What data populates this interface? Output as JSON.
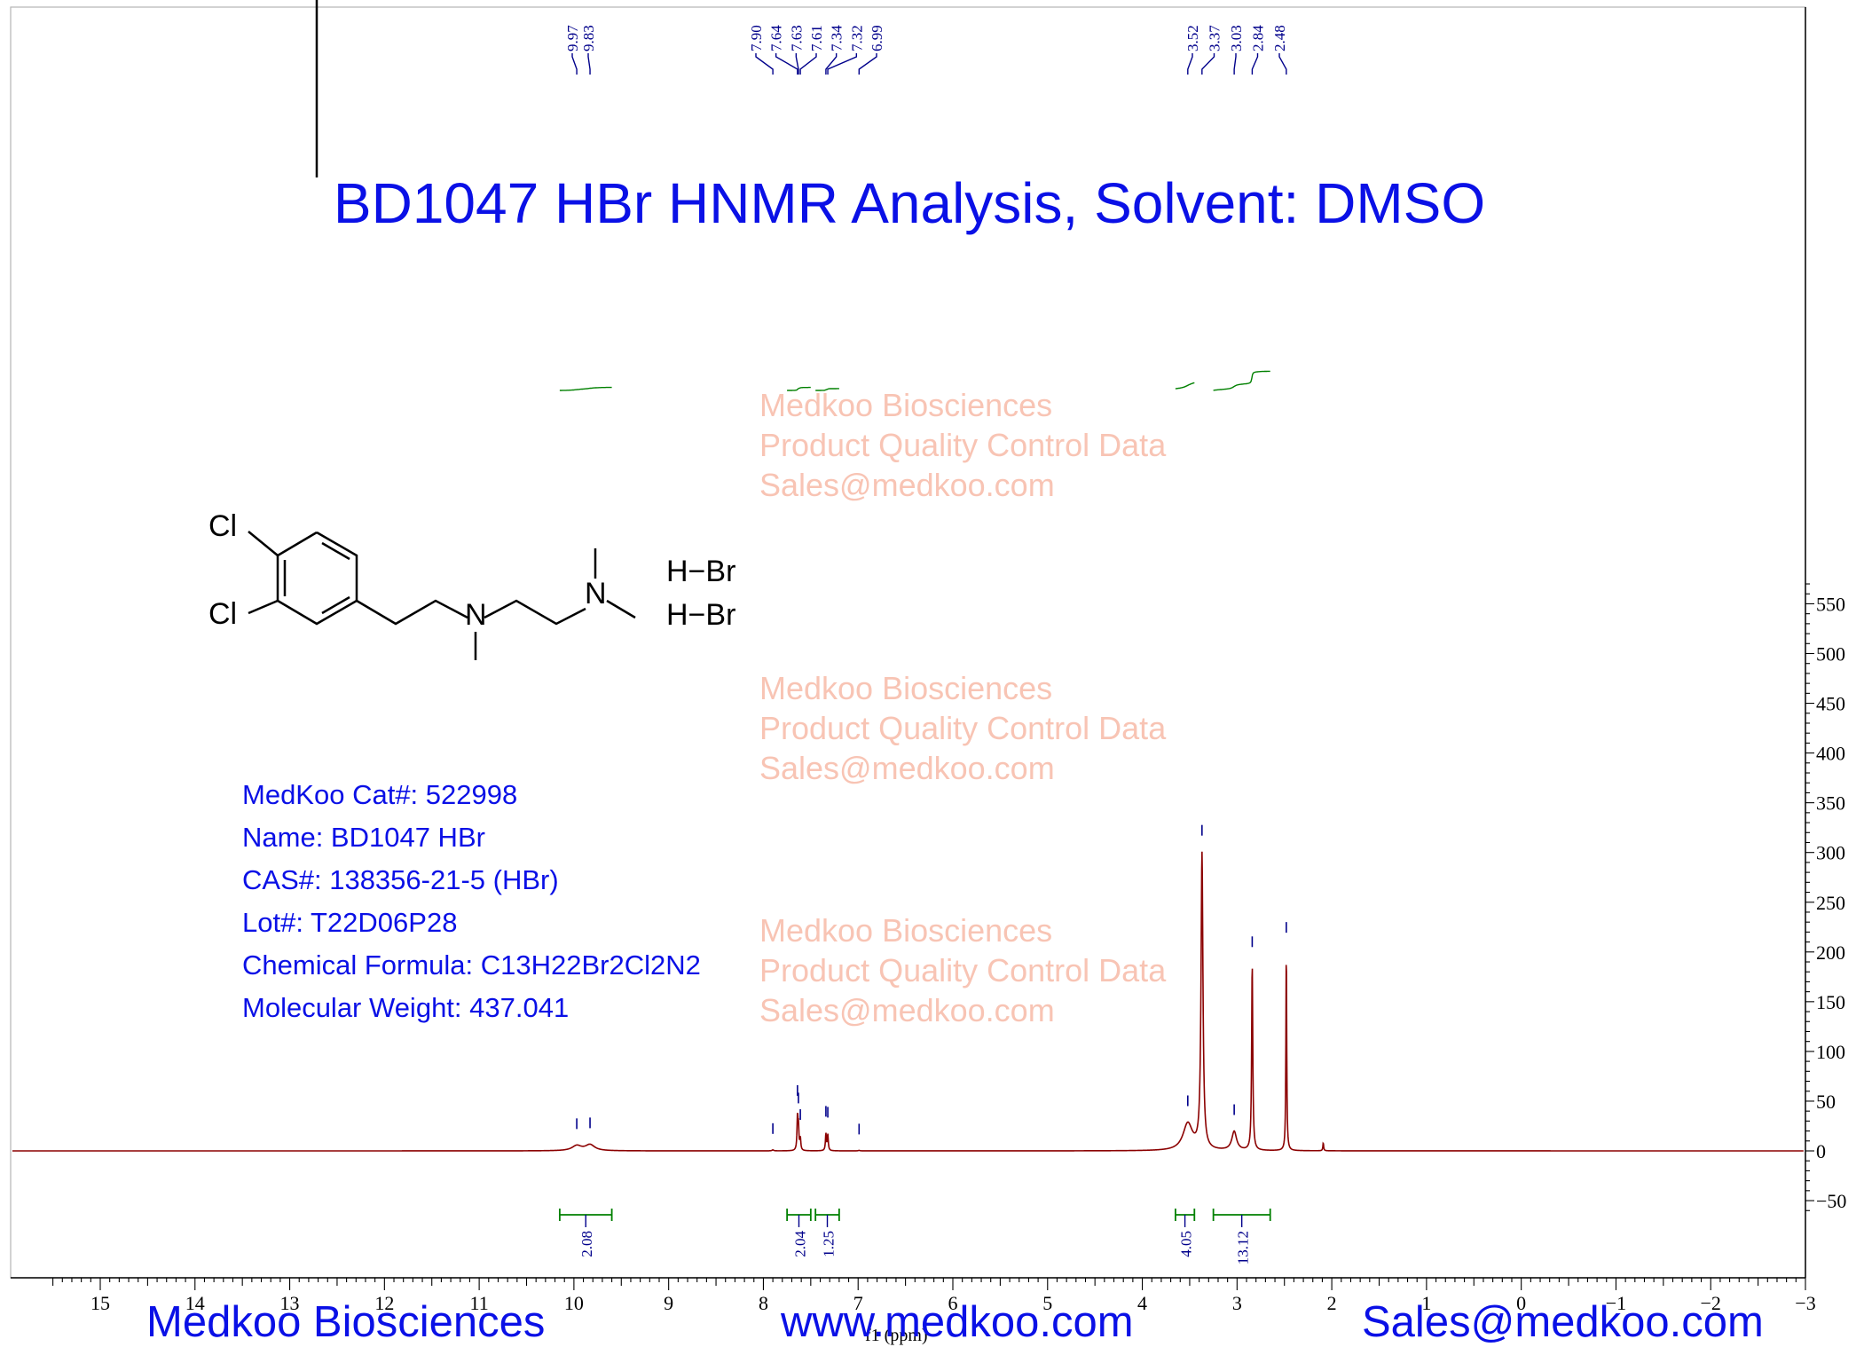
{
  "title": "BD1047 HBr HNMR Analysis, Solvent: DMSO",
  "info": {
    "cat": "MedKoo Cat#: 522998",
    "name": "Name: BD1047 HBr",
    "cas": "CAS#: 138356-21-5 (HBr)",
    "lot": "Lot#: T22D06P28",
    "formula": "Chemical Formula: C13H22Br2Cl2N2",
    "mw": "Molecular Weight: 437.041"
  },
  "watermark": {
    "line1": "Medkoo Biosciences",
    "line2": "Product Quality Control Data",
    "line3": "Sales@medkoo.com"
  },
  "footer": {
    "left": "Medkoo Biosciences",
    "center": "www.medkoo.com",
    "right": "Sales@medkoo.com"
  },
  "structure": {
    "cl1": "Cl",
    "cl2": "Cl",
    "n1": "N",
    "n2": "N",
    "hbr1": "H−Br",
    "hbr2": "H−Br"
  },
  "colors": {
    "spectrum": "#8b0000",
    "integral": "#008000",
    "peak_label": "#00008b",
    "title": "#0a10e6",
    "watermark": "#f8c4b4"
  },
  "chart_data": {
    "type": "line",
    "title": "BD1047 HBr HNMR Analysis, Solvent: DMSO",
    "xlabel": "f1 (ppm)",
    "ylabel": "",
    "xlim": [
      15.5,
      -3
    ],
    "x_reversed": true,
    "ylim": [
      -50,
      570
    ],
    "x_ticks": [
      15,
      14,
      13,
      12,
      11,
      10,
      9,
      8,
      7,
      6,
      5,
      4,
      3,
      2,
      1,
      0,
      -1,
      -2,
      -3
    ],
    "x_tick_labels": [
      "15",
      "14",
      "13",
      "12",
      "11",
      "10",
      "9",
      "8",
      "7",
      "6",
      "5",
      "4",
      "3",
      "2",
      "1",
      "0",
      "−1",
      "−2",
      "−3"
    ],
    "y_ticks": [
      -50,
      0,
      50,
      100,
      150,
      200,
      250,
      300,
      350,
      400,
      450,
      500,
      550
    ],
    "y_tick_labels": [
      "−50",
      "0",
      "50",
      "100",
      "150",
      "200",
      "250",
      "300",
      "350",
      "400",
      "450",
      "500",
      "550"
    ],
    "peak_labels": [
      "9.97",
      "9.83",
      "7.90",
      "7.64",
      "7.63",
      "7.61",
      "7.34",
      "7.32",
      "6.99",
      "3.52",
      "3.37",
      "3.03",
      "2.84",
      "2.48"
    ],
    "peaks": [
      {
        "ppm": 9.97,
        "height": 5,
        "width": 0.06
      },
      {
        "ppm": 9.83,
        "height": 6,
        "width": 0.06
      },
      {
        "ppm": 7.9,
        "height": 1,
        "width": 0.01
      },
      {
        "ppm": 7.64,
        "height": 33,
        "width": 0.006
      },
      {
        "ppm": 7.63,
        "height": 22,
        "width": 0.006
      },
      {
        "ppm": 7.61,
        "height": 12,
        "width": 0.006
      },
      {
        "ppm": 7.34,
        "height": 17,
        "width": 0.006
      },
      {
        "ppm": 7.32,
        "height": 16,
        "width": 0.006
      },
      {
        "ppm": 6.99,
        "height": 0.5,
        "width": 0.01
      },
      {
        "ppm": 3.52,
        "height": 27,
        "width": 0.06
      },
      {
        "ppm": 3.37,
        "height": 297,
        "width": 0.012
      },
      {
        "ppm": 3.03,
        "height": 19,
        "width": 0.03
      },
      {
        "ppm": 2.84,
        "height": 188,
        "width": 0.007
      },
      {
        "ppm": 2.48,
        "height": 203,
        "width": 0.005
      },
      {
        "ppm": 2.09,
        "height": 8,
        "width": 0.005
      }
    ],
    "integrals": [
      {
        "from": 10.15,
        "to": 9.6,
        "value": "2.08"
      },
      {
        "from": 7.75,
        "to": 7.5,
        "value": "2.04"
      },
      {
        "from": 7.45,
        "to": 7.2,
        "value": "1.25"
      },
      {
        "from": 3.65,
        "to": 3.45,
        "value": "4.05"
      },
      {
        "from": 3.25,
        "to": 2.65,
        "value": "13.12"
      }
    ]
  }
}
